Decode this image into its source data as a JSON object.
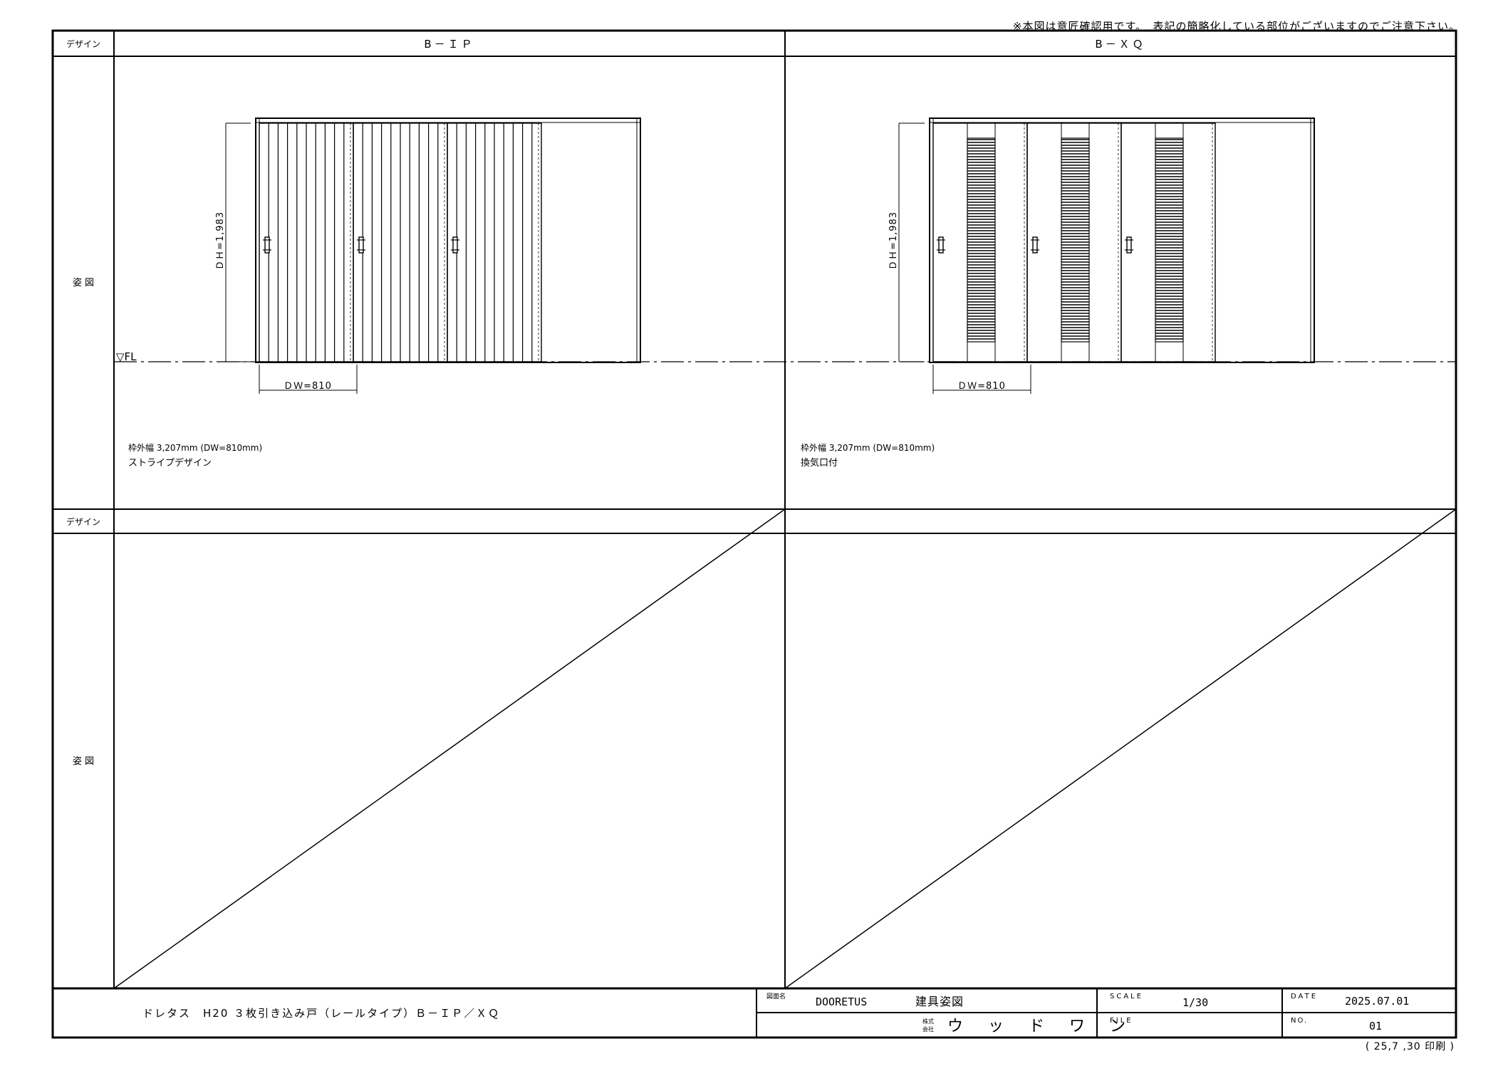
{
  "notice": "※本図は意匠確認用です。　表記の簡略化している部位がございますのでご注意下さい。",
  "rows": [
    {
      "design_label": "デザイン",
      "figure_label": "姿 図",
      "panels": [
        {
          "code": "B－ＩＰ",
          "dim_height": "ＤＨ=1,983",
          "dim_width": "ＤＷ=810",
          "fl_label": "▽FL",
          "spec_line1": "枠外幅 3,207mm (DW=810mm)",
          "spec_line2": "ストライプデザイン",
          "pattern": "stripe"
        },
        {
          "code": "B－ＸＱ",
          "dim_height": "ＤＨ=1,983",
          "dim_width": "ＤＷ=810",
          "spec_line1": "枠外幅 3,207mm (DW=810mm)",
          "spec_line2": "換気口付",
          "pattern": "louver"
        }
      ]
    },
    {
      "design_label": "デザイン",
      "figure_label": "姿 図",
      "panels": [
        {
          "code": "",
          "empty": true
        },
        {
          "code": "",
          "empty": true
        }
      ]
    }
  ],
  "title_block": {
    "product_title": "ドレタス　H20 ３枚引き込み戸（レールタイプ）Ｂ－ＩＰ／ＸＱ",
    "drawing_name_label": "図面名",
    "drawing_name_value": "DOORETUS",
    "drawing_name_desc": "建具姿図",
    "company_prefix_top": "株式",
    "company_prefix_bottom": "会社",
    "company_name": "ウ ッ ド ワ ン",
    "scale_label": "SCALE",
    "scale_value": "1/30",
    "file_label": "FILE",
    "file_value": "",
    "date_label": "DATE",
    "date_value": "2025.07.01",
    "no_label": "NO.",
    "no_value": "01",
    "print_note": "( 25,7 ,30 印刷 )"
  }
}
